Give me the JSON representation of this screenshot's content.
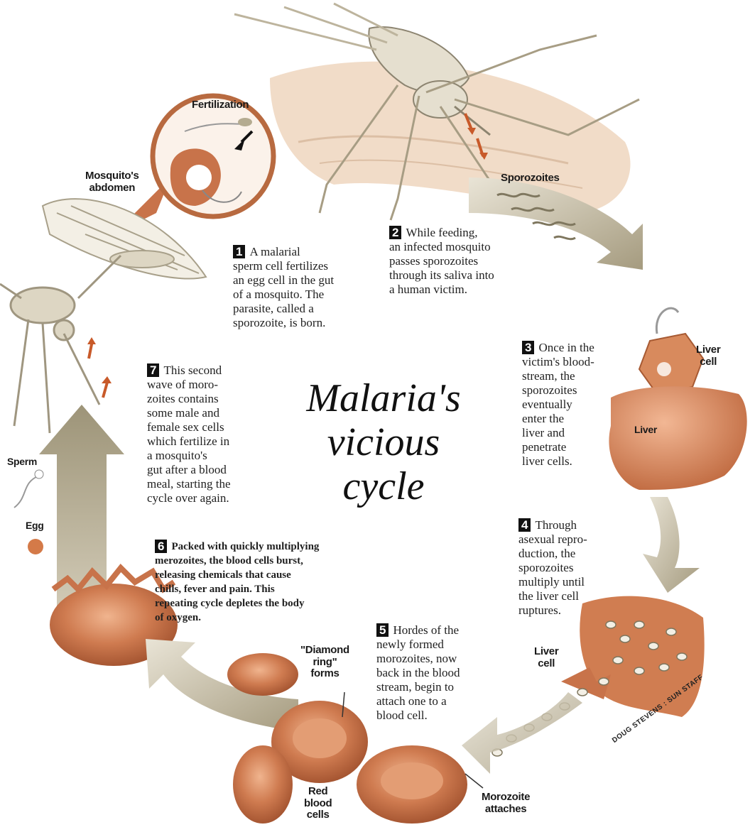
{
  "title": {
    "line1": "Malaria's",
    "line2": "vicious",
    "line3": "cycle"
  },
  "labels": {
    "fertilization": "Fertilization",
    "abdomen": "Mosquito's\nabdomen",
    "sporozoites": "Sporozoites",
    "liver_cell_top": "Liver\ncell",
    "liver": "Liver",
    "liver_cell_bottom": "Liver\ncell",
    "diamond_ring": "\"Diamond\nring\"\nforms",
    "red_blood_cells": "Red\nblood\ncells",
    "merozoite_attaches": "Morozoite\nattaches",
    "sperm": "Sperm",
    "egg": "Egg"
  },
  "steps": [
    {
      "num": "1",
      "text": "A malarial\nsperm cell fertilizes\nan egg cell in the gut\nof a mosquito. The\nparasite, called a\nsporozoite, is born."
    },
    {
      "num": "2",
      "text": "While feeding,\nan infected mosquito\npasses sporozoites\nthrough its saliva into\na human victim."
    },
    {
      "num": "3",
      "text": "Once in the\nvictim's blood-\nstream, the\nsporozoites\neventually\nenter the\nliver and\npenetrate\nliver cells."
    },
    {
      "num": "4",
      "text": "Through\nasexual repro-\nduction, the\nsporozoites\nmultiply until\nthe liver cell\nruptures."
    },
    {
      "num": "5",
      "text": "Hordes of the\nnewly formed\nmorozoites, now\nback in the blood\nstream, begin to\nattach one to a\nblood cell."
    },
    {
      "num": "6",
      "text": "Packed with quickly multiplying\nmerozoites, the blood cells burst,\nreleasing chemicals that cause\nchills, fever and pain.  This\nrepeating cycle depletes the body\nof oxygen."
    },
    {
      "num": "7",
      "text": "This second\nwave of moro-\nzoites contains\nsome male and\nfemale sex cells\nwhich fertilize in\na mosquito's\ngut after a blood\nmeal, starting the\ncycle over again."
    }
  ],
  "credit": "DOUG STEVENS : SUN STAFF",
  "colors": {
    "cell_orange": "#c8734a",
    "cell_light": "#e7a57c",
    "arrow_khaki": "#b4ab90",
    "mosquito_tan": "#d9d2bf",
    "skin": "#efd9c6"
  }
}
